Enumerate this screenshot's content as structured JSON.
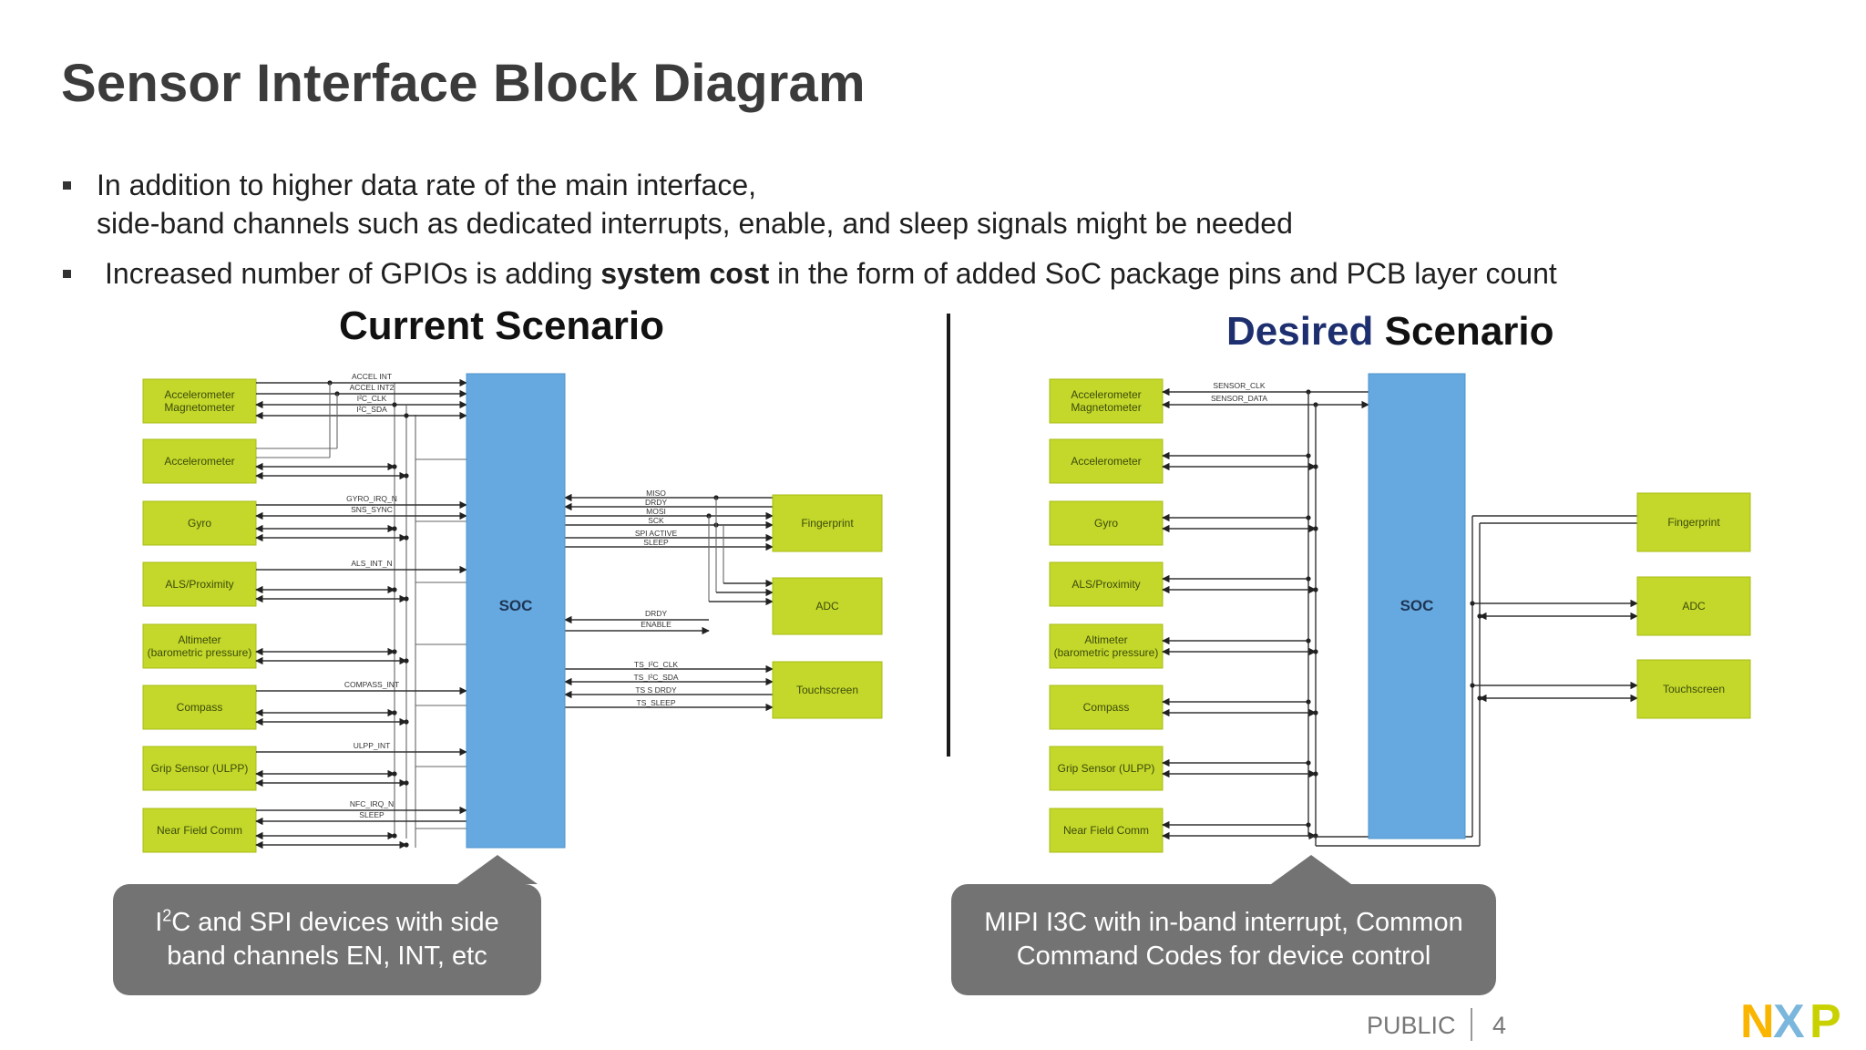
{
  "slide": {
    "title": "Sensor Interface Block Diagram",
    "bullets": {
      "b1_line1": "In addition to higher data rate of the main interface,",
      "b1_line2": "side-band channels such as dedicated interrupts, enable, and sleep signals might be needed",
      "b2_pre": "Increased number of GPIOs is adding ",
      "b2_bold": "system cost",
      "b2_post": " in the form of added SoC package pins and PCB layer count"
    },
    "current_heading": "Current Scenario",
    "desired_heading_accent": "Desired",
    "desired_heading_rest": " Scenario"
  },
  "current": {
    "sensors": [
      [
        "Accelerometer",
        "Magnetometer"
      ],
      [
        "Accelerometer"
      ],
      [
        "Gyro"
      ],
      [
        "ALS/Proximity"
      ],
      [
        "Altimeter",
        "(barometric pressure)"
      ],
      [
        "Compass"
      ],
      [
        "Grip Sensor (ULPP)"
      ],
      [
        "Near Field Comm"
      ]
    ],
    "right_devices": [
      "Fingerprint",
      "ADC",
      "Touchscreen"
    ],
    "soc": "SOC",
    "signals": {
      "accel_int": "ACCEL INT",
      "accel_int2": "ACCEL INT2",
      "i2c_clk": "I²C_CLK",
      "i2c_sda": "I²C_SDA",
      "gyro_irq": "GYRO_IRQ_N",
      "sns_sync": "SNS_SYNC",
      "als_int": "ALS_INT_N",
      "compass_int": "COMPASS_INT",
      "ulpp_int": "ULPP_INT",
      "nfc_irq": "NFC_IRQ_N",
      "sleep": "SLEEP",
      "miso": "MISO",
      "drdy": "DRDY",
      "mosi": "MOSI",
      "sck": "SCK",
      "spi_active": "SPI ACTIVE",
      "sleep2": "SLEEP",
      "drdy2": "DRDY",
      "enable": "ENABLE",
      "ts_clk": "TS_I²C_CLK",
      "ts_sda": "TS_I²C_SDA",
      "ts_drdy": "TS S DRDY",
      "ts_sleep": "TS_SLEEP"
    }
  },
  "desired": {
    "sensors": [
      [
        "Accelerometer",
        "Magnetometer"
      ],
      [
        "Accelerometer"
      ],
      [
        "Gyro"
      ],
      [
        "ALS/Proximity"
      ],
      [
        "Altimeter",
        "(barometric pressure)"
      ],
      [
        "Compass"
      ],
      [
        "Grip Sensor (ULPP)"
      ],
      [
        "Near Field Comm"
      ]
    ],
    "right_devices": [
      "Fingerprint",
      "ADC",
      "Touchscreen"
    ],
    "soc": "SOC",
    "signals": {
      "clk": "SENSOR_CLK",
      "data": "SENSOR_DATA"
    }
  },
  "callouts": {
    "left_pre": "I",
    "left_sup": "2",
    "left_line1_rest": "C and SPI devices with side",
    "left_line2": "band channels EN, INT, etc",
    "right_line1": "MIPI I3C with in-band interrupt, Common",
    "right_line2": "Command Codes for device control"
  },
  "footer": {
    "label": "PUBLIC",
    "page": "4"
  },
  "logo": {
    "text": "NXP",
    "colors": [
      "#f9b500",
      "#7bb6dd",
      "#c9d200"
    ]
  }
}
